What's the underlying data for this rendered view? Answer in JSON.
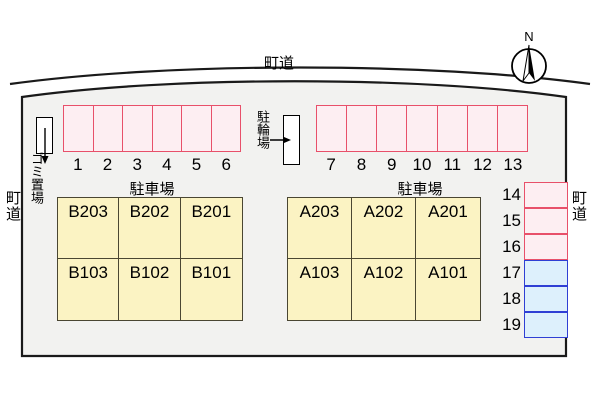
{
  "site": {
    "background_color": "#f2f2f0",
    "border_color": "#000000"
  },
  "roads": {
    "top": {
      "label": "町道"
    },
    "left": {
      "label": "町道"
    },
    "right": {
      "label": "町道"
    }
  },
  "compass": {
    "north_label": "N"
  },
  "facilities": {
    "trash": {
      "label": "ゴミ置場",
      "arrow": "down-arrow-icon"
    },
    "bicycle": {
      "label": "駐輪場",
      "arrow": "right-arrow-icon"
    }
  },
  "parking": {
    "caption_left": "駐車場",
    "caption_right": "駐車場",
    "row_left": {
      "numbers": [
        "1",
        "2",
        "3",
        "4",
        "5",
        "6"
      ],
      "color": "#fdeef2",
      "border_color": "#e8506a"
    },
    "row_right": {
      "numbers": [
        "7",
        "8",
        "9",
        "10",
        "11",
        "12",
        "13"
      ],
      "color": "#fdeef2",
      "border_color": "#e8506a"
    },
    "column_right": {
      "pink": {
        "numbers": [
          "14",
          "15",
          "16"
        ],
        "color": "#fdeef2",
        "border_color": "#e8506a"
      },
      "blue": {
        "numbers": [
          "17",
          "18",
          "19"
        ],
        "color": "#ddf0fc",
        "border_color": "#2f3fd4"
      }
    }
  },
  "buildings": {
    "fill_color": "#fbf3c3",
    "border_color": "#4a4632",
    "b": {
      "units": [
        "B203",
        "B202",
        "B201",
        "B103",
        "B102",
        "B101"
      ]
    },
    "a": {
      "units": [
        "A203",
        "A202",
        "A201",
        "A103",
        "A102",
        "A101"
      ]
    }
  }
}
